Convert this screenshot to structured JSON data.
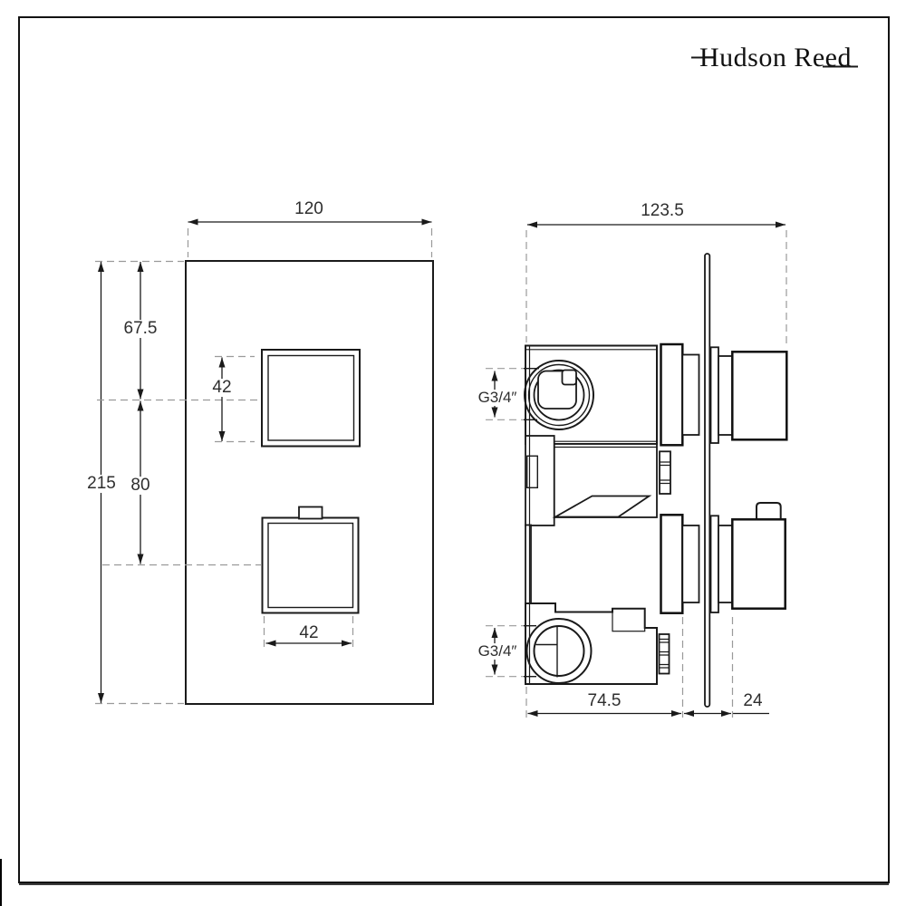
{
  "logo": {
    "text": "Hudson Reed"
  },
  "front_view": {
    "description": "front elevation of square concealed thermostatic shower valve plate",
    "dim_width": "120",
    "dim_height": "215",
    "dim_top_to_upper_knob": "67.5",
    "dim_knob_spacing": "80",
    "dim_upper_knob_size": "42",
    "dim_lower_knob_size": "42"
  },
  "side_view": {
    "description": "side profile of valve body, wall plate and handles",
    "dim_total_depth": "123.5",
    "dim_body_depth": "74.5",
    "dim_trim_protrusion": "24",
    "label_top_inlet": "G3/4″",
    "label_bottom_inlet": "G3/4″"
  },
  "colors": {
    "line": "#1a1a1a",
    "dashed_line": "#9a9a9a",
    "dim_text": "#2e2e2e",
    "background": "#ffffff"
  }
}
